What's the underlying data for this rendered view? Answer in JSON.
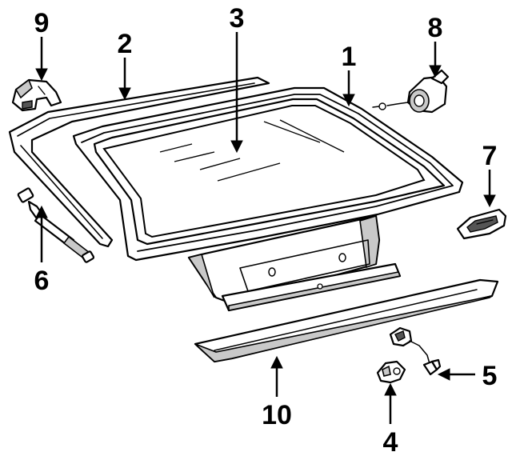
{
  "callouts": [
    {
      "id": "1",
      "label": "1",
      "part": "liftgate"
    },
    {
      "id": "2",
      "label": "2",
      "part": "weatherstrip"
    },
    {
      "id": "3",
      "label": "3",
      "part": "glass"
    },
    {
      "id": "4",
      "label": "4",
      "part": "lock-striker"
    },
    {
      "id": "5",
      "label": "5",
      "part": "latch-with-cable"
    },
    {
      "id": "6",
      "label": "6",
      "part": "lift-support"
    },
    {
      "id": "7",
      "label": "7",
      "part": "license-lamp"
    },
    {
      "id": "8",
      "label": "8",
      "part": "lock-actuator"
    },
    {
      "id": "9",
      "label": "9",
      "part": "hinge"
    },
    {
      "id": "10",
      "label": "10",
      "part": "trim-panel"
    }
  ],
  "colors": {
    "line": "#000000",
    "background": "#ffffff",
    "shade": "#c9c9c9"
  }
}
